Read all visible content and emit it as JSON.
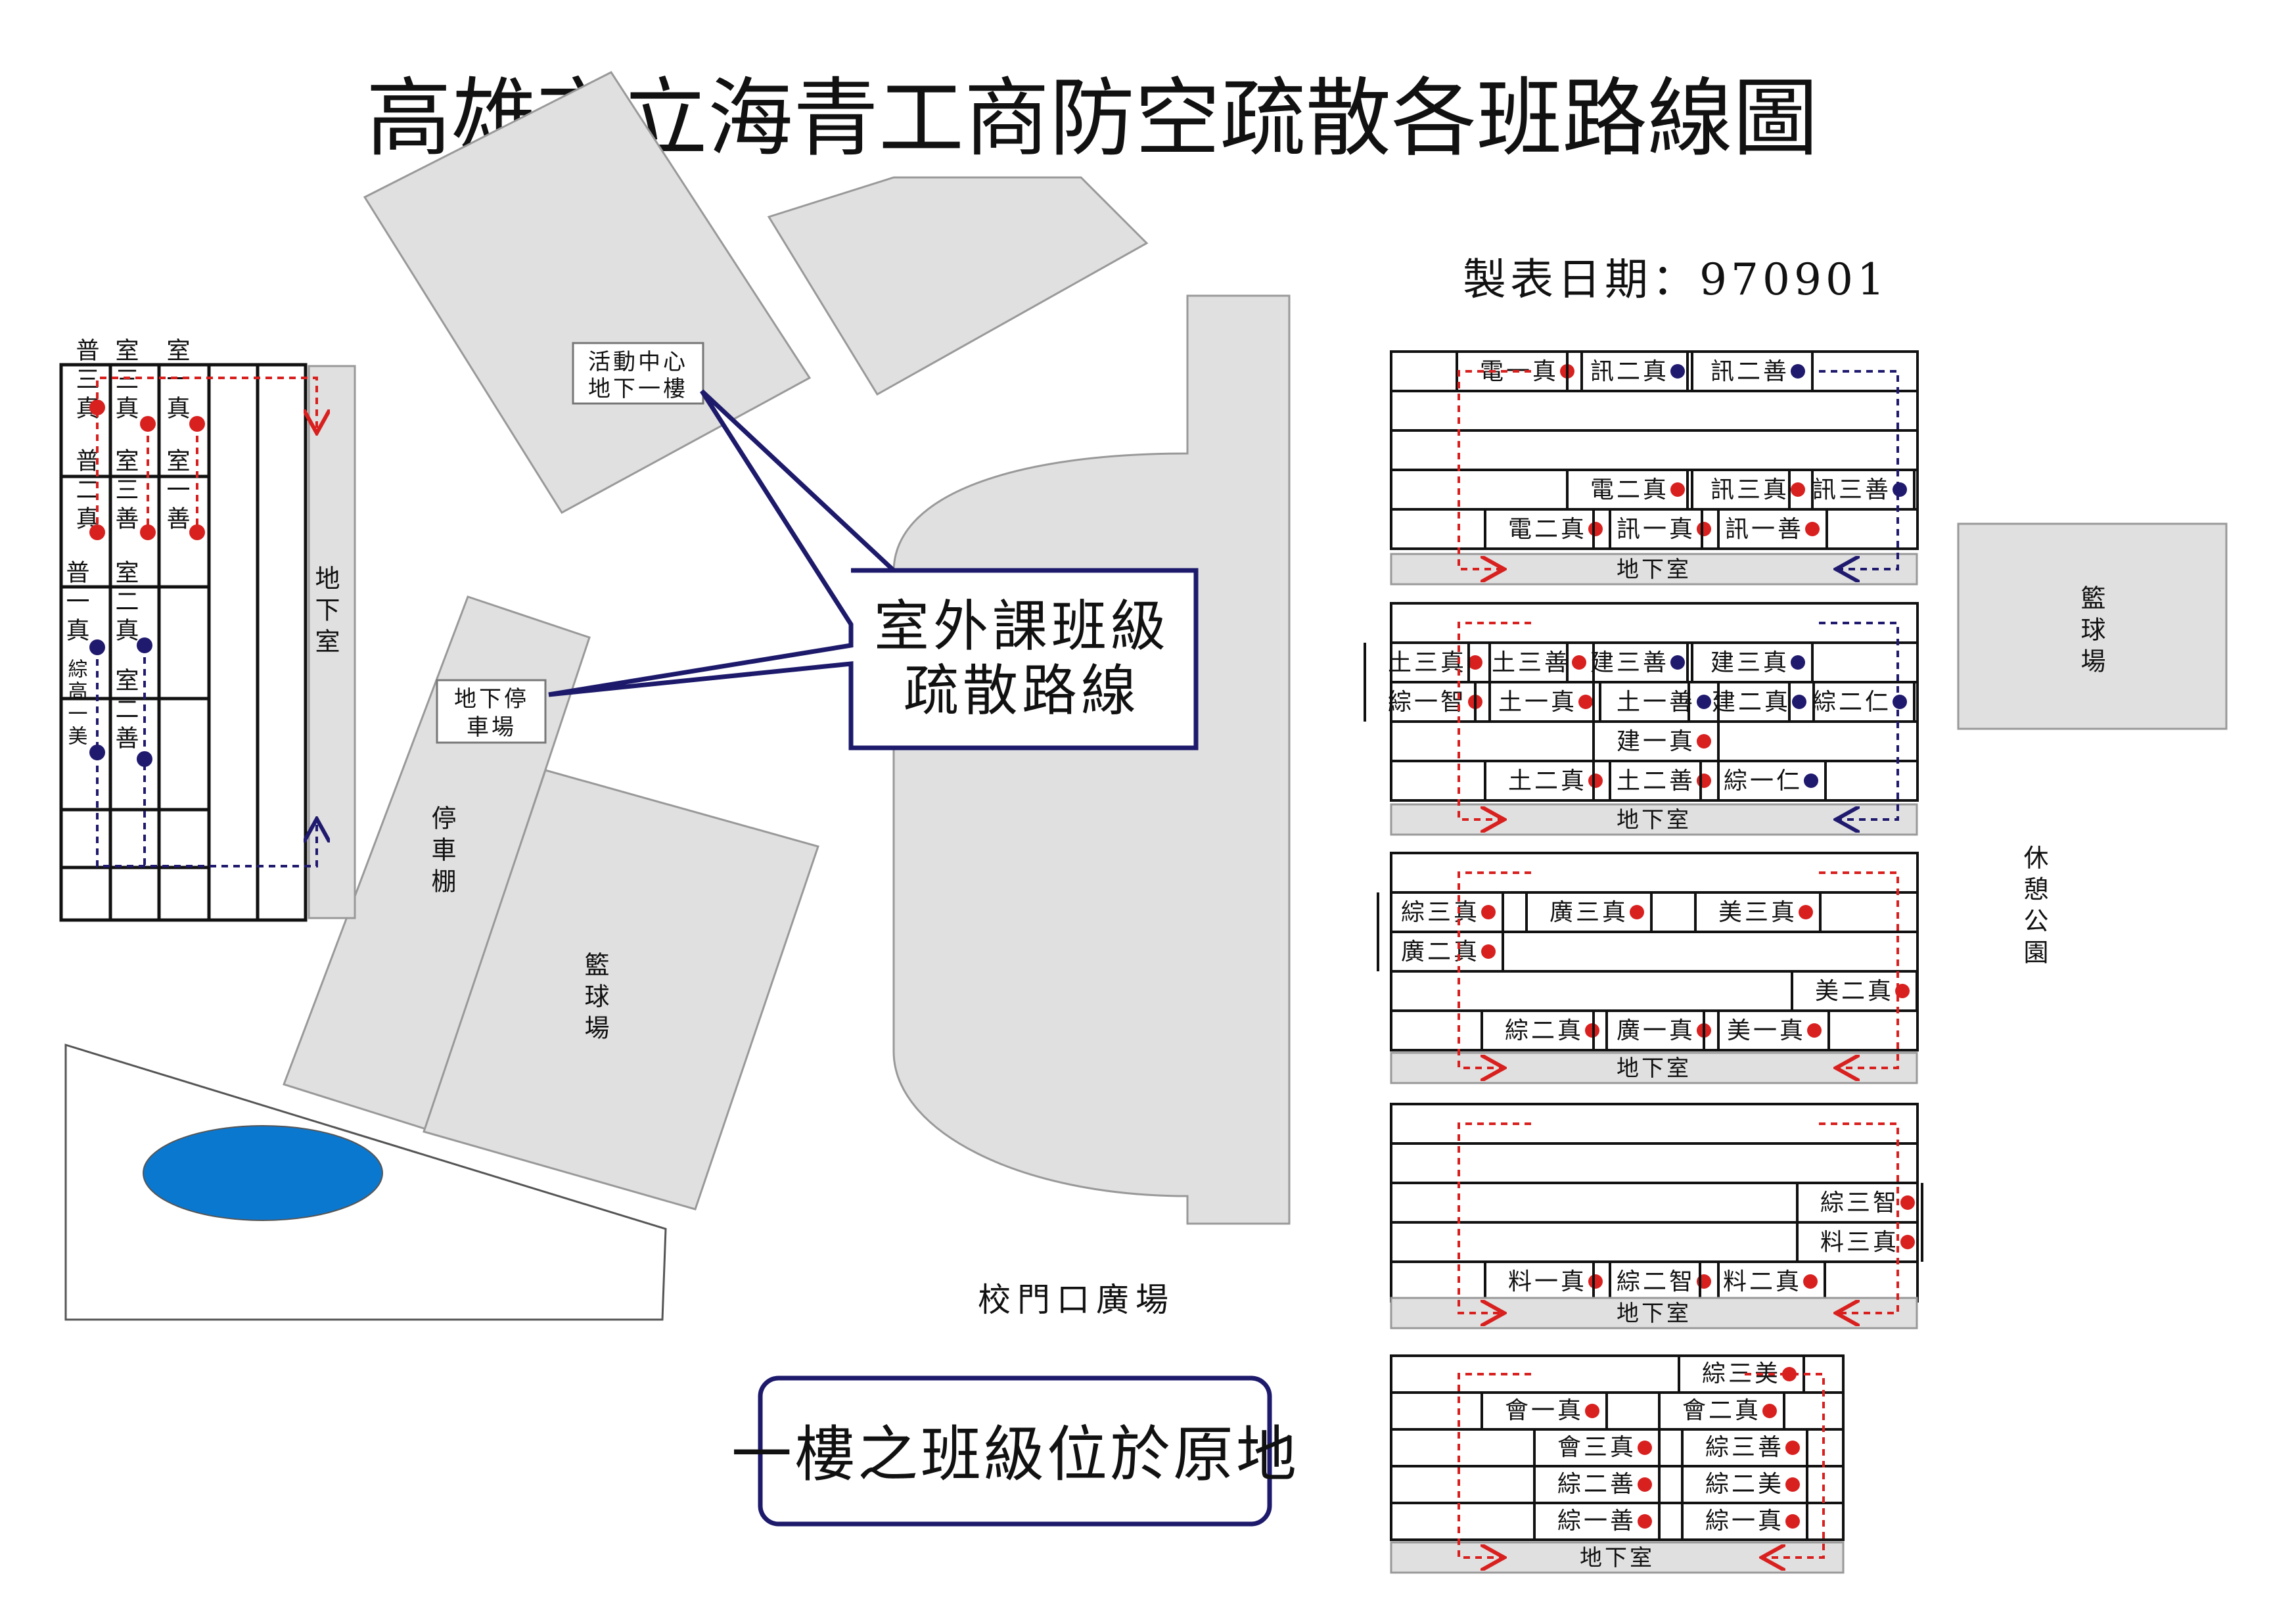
{
  "title": "高雄市立海青工商防空疏散各班路線圖",
  "date_line": "製表日期：970901",
  "labels": {
    "activity_center_1": "活動中心",
    "activity_center_2": "地下一樓",
    "underground_parking_1": "地下停",
    "underground_parking_2": "車場",
    "outdoor_route_1": "室外課班級",
    "outdoor_route_2": "疏散路線",
    "bike_shed": "停車棚",
    "court_left": "籃球場",
    "court_right": "籃球場",
    "basement_left": "地下室",
    "rest_park": "休憩公園",
    "gate_plaza": "校門口廣場",
    "first_floor_note": "一樓之班級位於原地",
    "basement": "地下室"
  },
  "left_building": {
    "col1": [
      "普三真",
      "普二真",
      "普一真",
      "綜高一美"
    ],
    "col2": [
      "室三真",
      "室三善",
      "室二真",
      "室二善"
    ],
    "col3": [
      "室一真",
      "室一善"
    ]
  },
  "blocks": [
    {
      "rows": [
        [
          "電一真",
          "訊二真",
          "訊二善"
        ],
        [],
        [],
        [
          "電二真",
          "訊三真",
          "訊三善"
        ],
        [
          "電二真",
          "訊一真",
          "訊一善"
        ]
      ]
    },
    {
      "rows": [
        [],
        [
          "土三真",
          "土三善",
          "建三善",
          "建三真"
        ],
        [
          "綜一智",
          "土一真",
          "土一善",
          "建二真",
          "綜二仁"
        ],
        [
          "建一真"
        ],
        [
          "土二真",
          "土二善",
          "綜一仁"
        ]
      ]
    },
    {
      "rows": [
        [],
        [
          "綜三真",
          "廣三真",
          "美三真"
        ],
        [
          "廣二真"
        ],
        [
          "美二真"
        ],
        [
          "綜二真",
          "廣一真",
          "美一真"
        ]
      ]
    },
    {
      "rows": [
        [],
        [],
        [
          "綜三智"
        ],
        [
          "料三真"
        ],
        [
          "料一真",
          "綜二智",
          "料二真"
        ]
      ]
    },
    {
      "rows": [
        [
          "綜三美"
        ],
        [
          "會一真",
          "會二真"
        ],
        [
          "會三真",
          "綜三善"
        ],
        [
          "綜二善",
          "綜二美"
        ],
        [
          "綜一善",
          "綜一真"
        ]
      ]
    }
  ],
  "colors": {
    "route_red": "#d8201f",
    "route_blue": "#1f1a6e",
    "building_gray": "#e0e0e0",
    "pond_blue": "#0b78d0",
    "callout_border": "#1d1a6b"
  }
}
